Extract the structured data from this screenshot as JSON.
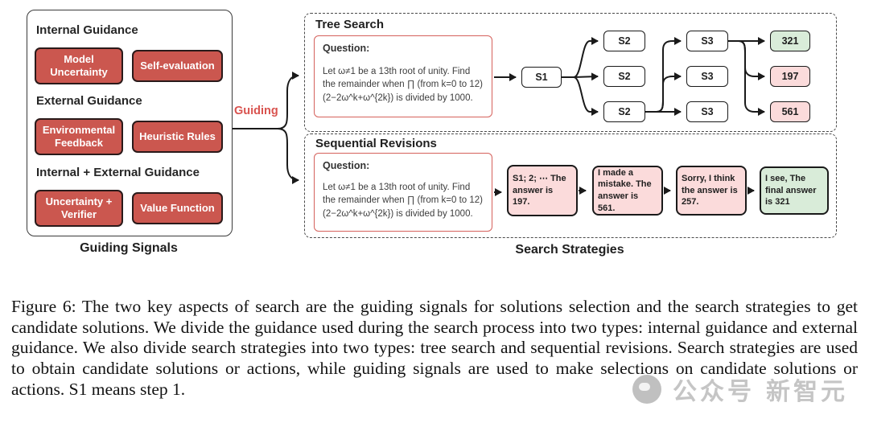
{
  "figure": {
    "guiding_signals": {
      "label": "Guiding Signals",
      "groups": [
        {
          "heading": "Internal Guidance",
          "items": [
            "Model Uncertainty",
            "Self-evaluation"
          ]
        },
        {
          "heading": "External Guidance",
          "items": [
            "Environmental Feedback",
            "Heuristic Rules"
          ]
        },
        {
          "heading": "Internal + External Guidance",
          "items": [
            "Uncertainty + Verifier",
            "Value Function"
          ]
        }
      ]
    },
    "guiding_label": "Guiding",
    "tree_search": {
      "title": "Tree Search",
      "question": {
        "label": "Question:",
        "text": "Let ω≠1 be a 13th root of unity. Find the remainder when ∏ (from k=0 to 12) (2−2ω^k+ω^{2k}) is divided by 1000."
      },
      "s1": "S1",
      "s2": [
        "S2",
        "S2",
        "S2"
      ],
      "s3": [
        "S3",
        "S3",
        "S3"
      ],
      "outcomes": [
        {
          "value": "321",
          "status": "correct"
        },
        {
          "value": "197",
          "status": "incorrect"
        },
        {
          "value": "561",
          "status": "incorrect"
        }
      ]
    },
    "sequential_revisions": {
      "title": "Sequential Revisions",
      "question": {
        "label": "Question:",
        "text": "Let ω≠1 be a 13th root of unity. Find the remainder when ∏ (from k=0 to 12) (2−2ω^k+ω^{2k}) is divided by 1000."
      },
      "steps": [
        {
          "text": "S1; 2; ⋯ The answer is 197.",
          "status": "incorrect"
        },
        {
          "text": "I made a mistake. The answer is 561.",
          "status": "incorrect"
        },
        {
          "text": "Sorry, I think the answer is 257.",
          "status": "incorrect"
        },
        {
          "text": "I see, The final answer is 321",
          "status": "correct"
        }
      ]
    },
    "search_strategies_label": "Search Strategies"
  },
  "caption": "Figure 6: The two key aspects of search are the guiding signals for solutions selection and the search strategies to get candidate solutions. We divide the guidance used during the search process into two types: internal guidance and external guidance. We also divide search strategies into two types: tree search and sequential revisions. Search strategies are used to obtain candidate solutions or actions, while guiding signals are used to make selections on candidate solutions or actions. S1 means step 1.",
  "watermark": {
    "account_text": "公众号",
    "brand_text": "新智元"
  },
  "colors": {
    "signal_box_fill": "#cb574f",
    "signal_box_border": "#2a1a1a",
    "accent_red": "#d9534f",
    "correct_fill": "#d9ecd9",
    "incorrect_fill": "#fbdbdb",
    "node_border": "#1a1a1a"
  }
}
